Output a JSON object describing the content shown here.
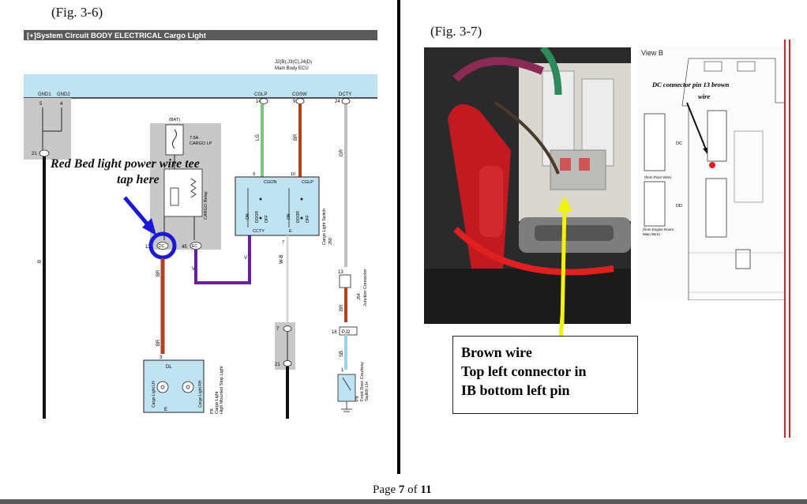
{
  "fig_left": "(Fig. 3-6)",
  "fig_right": "(Fig. 3-7)",
  "circuit": {
    "header": "[+]System Circuit  BODY ELECTRICAL  Cargo Light",
    "ecu_label_1": "J2(B),J3(C),J4(D)",
    "ecu_label_2": "Main Body ECU",
    "gnd1": "GND1",
    "gnd2": "GND2",
    "pin5": "5",
    "pin4": "4",
    "cglp": "CGLP",
    "cgsw": "CGSW",
    "dcty": "DCTY",
    "pin14b": "14",
    "pin9c": "9",
    "pin24d": "24",
    "bat": "(BAT)",
    "fuse1": "7.5A",
    "fuse2": "CARGO LP",
    "relay": "CARGO Relay",
    "lg": "LG",
    "br": "BR",
    "gr": "GR",
    "cgon": "CGON",
    "cglp2": "CGLP",
    "cctv": "CCTY",
    "e": "E",
    "switch_name": "Cargo Light Switch",
    "j50": "J50",
    "v": "V",
    "wb": "W-B",
    "b": "B",
    "pin13": "13",
    "pin45": "45",
    "pin21": "21",
    "pin7": "7",
    "pin16": "16",
    "pj2": "PJ2",
    "pin3": "3",
    "pin1": "1",
    "dl": "DL",
    "light_lh": "Cargo Light LH",
    "light_rh": "Cargo Light RH",
    "p8_1": "P8",
    "p8_2": "Cargo Light",
    "p8_3": "High Mounted Stop Light",
    "j54_1": "J54",
    "j54_2": "Junction Connector",
    "sb": "SB",
    "p9_1": "P9",
    "p9_2": "Front Door Courtesy",
    "p9_3": "Switch LH",
    "door": "DOOR",
    "on": "ON",
    "off": "OFF",
    "annotation_line1": "Red Bed light power wire tee",
    "annotation_line2": "tap here",
    "pin_label_dc": "DC",
    "pin_label_ec": "EC"
  },
  "photo": {
    "annotation_lines": [
      "Brown wire",
      "Top left connector in",
      "IB bottom left pin"
    ]
  },
  "view_b": {
    "title": "View B",
    "annot_line1": "DC connector pin 13 brown",
    "annot_line2": "wire",
    "from_floor": "(from Floor Wire)",
    "from_engine_1": "(from Engine Room",
    "from_engine_2": "Main Wire)",
    "dc": "DC",
    "dd": "DD"
  },
  "footer": {
    "page_prefix": "Page ",
    "page_num": "7",
    "page_of": " of ",
    "page_total": "11"
  },
  "colors": {
    "lg_wire": "#7ec87e",
    "br_wire": "#b5401f",
    "gr_wire": "#c0c0c0",
    "v_wire": "#6a1fa0",
    "sb_wire": "#9ed2e8",
    "ecu_band": "#bfe3f0",
    "highlight_blue": "#1a1ad6",
    "arrow_yellow": "#f2f20a"
  }
}
